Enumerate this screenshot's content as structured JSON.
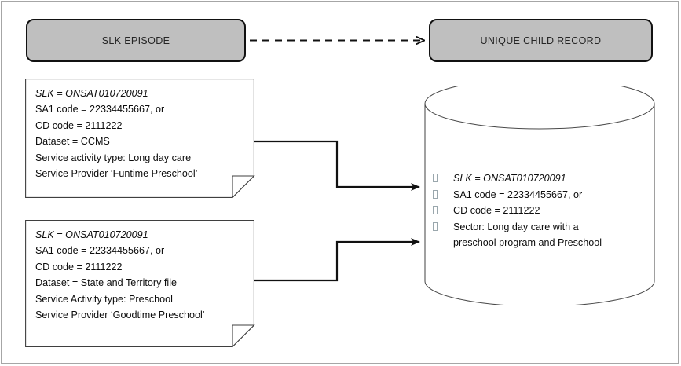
{
  "diagram": {
    "title_boxes": {
      "left": {
        "label": "SLK EPISODE",
        "fill": "#bfbfbf",
        "border": "#111111"
      },
      "right": {
        "label": "UNIQUE CHILD RECORD",
        "fill": "#bfbfbf",
        "border": "#111111"
      }
    },
    "notes": [
      {
        "name": "ccms-episode-note",
        "lines": [
          {
            "text": "SLK = ONSAT010720091",
            "italic": true
          },
          {
            "text": "SA1 code = 22334455667, or",
            "italic": false
          },
          {
            "text": "CD code = 2111222",
            "italic": false
          },
          {
            "text": "Dataset = CCMS",
            "italic": false
          },
          {
            "text": "Service activity type: Long day care",
            "italic": false
          },
          {
            "text": "Service Provider ‘Funtime Preschool’",
            "italic": false
          }
        ]
      },
      {
        "name": "state-territory-episode-note",
        "lines": [
          {
            "text": "SLK = ONSAT010720091",
            "italic": true
          },
          {
            "text": "SA1 code = 22334455667, or",
            "italic": false
          },
          {
            "text": "CD code = 2111222",
            "italic": false
          },
          {
            "text": "Dataset = State and Territory file",
            "italic": false
          },
          {
            "text": "Service Activity type: Preschool",
            "italic": false
          },
          {
            "text": "Service Provider ‘Goodtime Preschool’",
            "italic": false
          }
        ]
      }
    ],
    "database": {
      "name": "unique-child-record-cylinder",
      "bullet_icon": "missing-glyph-box",
      "items": [
        {
          "text": "SLK = ONSAT010720091",
          "italic": true,
          "bullet": true
        },
        {
          "text": "SA1 code = 22334455667, or",
          "italic": false,
          "bullet": true
        },
        {
          "text": "CD code = 2111222",
          "italic": false,
          "bullet": true
        },
        {
          "text": "Sector: Long day care with a",
          "italic": false,
          "bullet": true
        },
        {
          "text": "preschool program and Preschool",
          "italic": false,
          "bullet": false
        }
      ]
    },
    "connectors": [
      {
        "name": "slk-episode-to-unique-child-record",
        "style": "dashed",
        "arrow": "open"
      },
      {
        "name": "note-1-to-database",
        "style": "solid",
        "arrow": "filled"
      },
      {
        "name": "note-2-to-database",
        "style": "solid",
        "arrow": "filled"
      }
    ],
    "colors": {
      "box_fill": "#bfbfbf",
      "box_border": "#111111",
      "frame": "#a6a6a6",
      "line": "#111111",
      "text": "#0d0d0d",
      "bullet": "#9aa7ad"
    }
  }
}
